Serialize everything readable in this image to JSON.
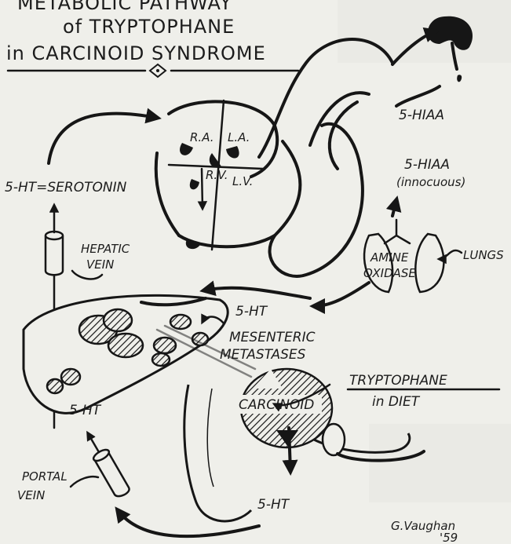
{
  "title": {
    "line1": "METABOLIC PATHWAY",
    "line2": "of TRYPTOPHANE",
    "line3": "in CARCINOID SYNDROME"
  },
  "labels": {
    "serotonin": "5-HT=SEROTONIN",
    "hepatic_vein": [
      "HEPATIC",
      "VEIN"
    ],
    "portal_vein": [
      "PORTAL",
      "VEIN"
    ],
    "heart_ra": "R.A.",
    "heart_la": "L.A.",
    "heart_rv": "R.V.",
    "heart_lv": "L.V.",
    "hiaa_top": "5-HIAA",
    "hiaa_innocuous": "5-HIAA",
    "innocuous": "(innocuous)",
    "amine_oxidase": [
      "AMINE",
      "OXIDASE"
    ],
    "lungs": "LUNGS",
    "ht_middle": "5-HT",
    "ht_left": "5-HT",
    "ht_bottom": "5-HT",
    "mesenteric_metastases": [
      "MESENTERIC",
      "METASTASES"
    ],
    "carcinoid": "CARCINOID",
    "tryptophane_diet": [
      "TRYPTOPHANE",
      "in DIET"
    ],
    "signature": "G.Vaughan",
    "signature_year": "'59"
  },
  "colors": {
    "paper": "#efefea",
    "ink": "#161616",
    "show_through": "#a9a9a5"
  }
}
